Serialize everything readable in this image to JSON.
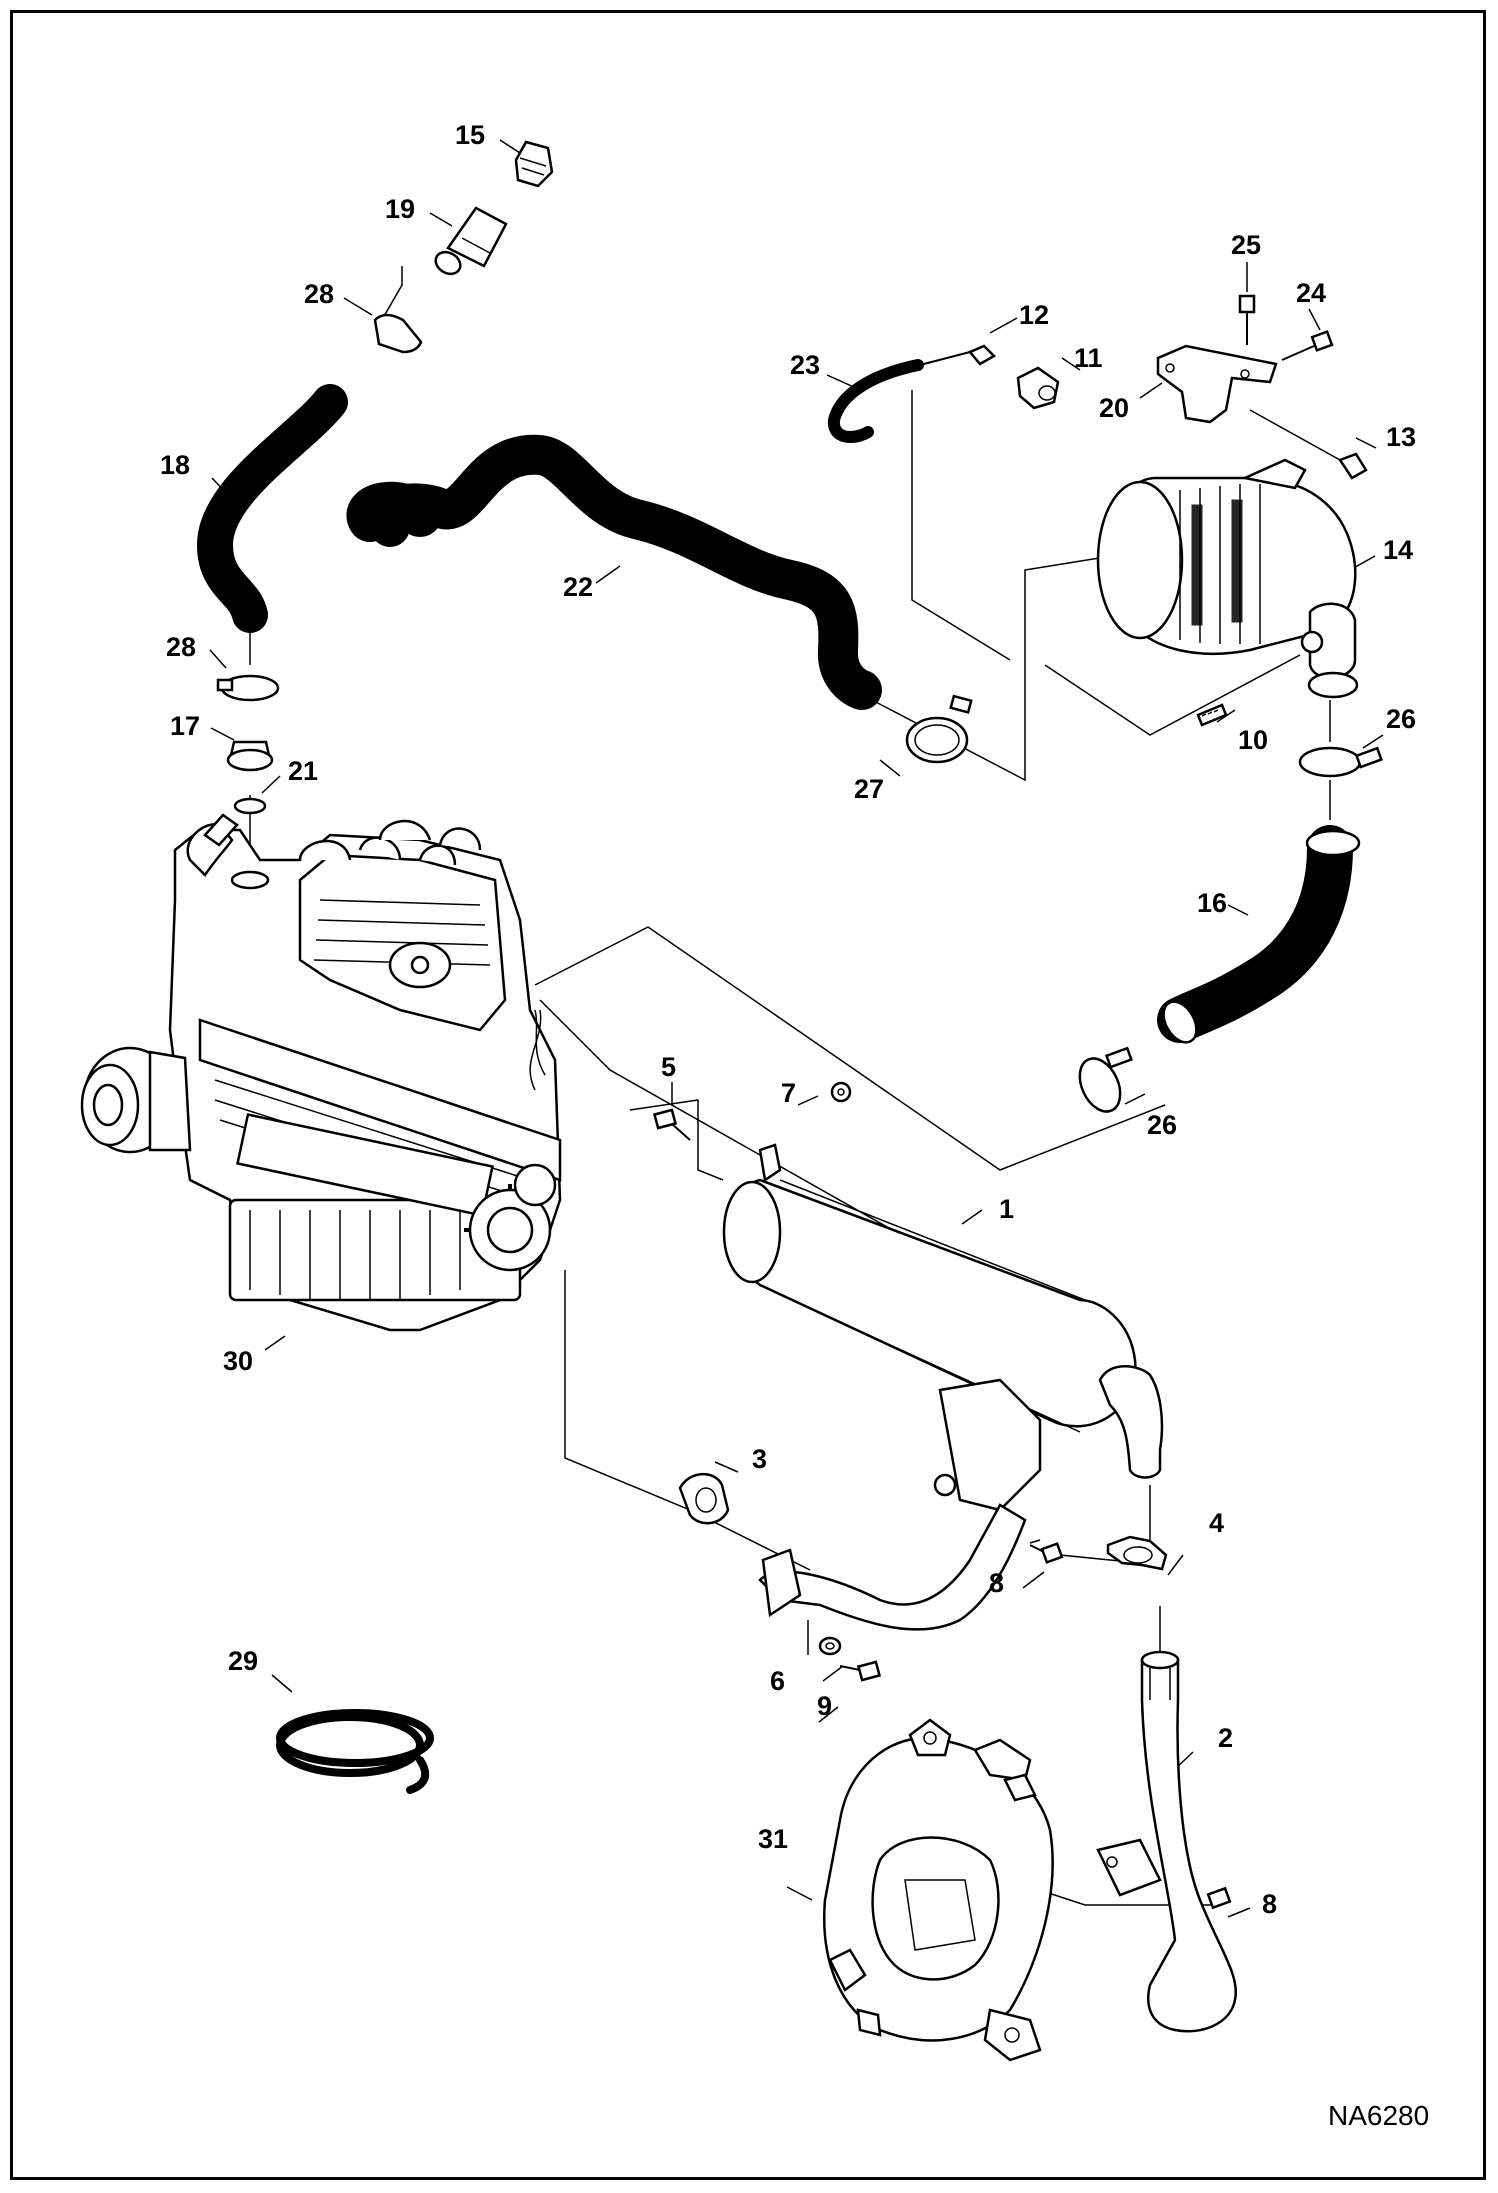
{
  "drawing_id": "NA6280",
  "callouts": [
    {
      "id": "c15",
      "label": "15"
    },
    {
      "id": "c19",
      "label": "19"
    },
    {
      "id": "c28a",
      "label": "28"
    },
    {
      "id": "c18",
      "label": "18"
    },
    {
      "id": "c28b",
      "label": "28"
    },
    {
      "id": "c17",
      "label": "17"
    },
    {
      "id": "c21",
      "label": "21"
    },
    {
      "id": "c22",
      "label": "22"
    },
    {
      "id": "c23",
      "label": "23"
    },
    {
      "id": "c12",
      "label": "12"
    },
    {
      "id": "c11",
      "label": "11"
    },
    {
      "id": "c25",
      "label": "25"
    },
    {
      "id": "c24",
      "label": "24"
    },
    {
      "id": "c20",
      "label": "20"
    },
    {
      "id": "c13",
      "label": "13"
    },
    {
      "id": "c14",
      "label": "14"
    },
    {
      "id": "c10",
      "label": "10"
    },
    {
      "id": "c26a",
      "label": "26"
    },
    {
      "id": "c27",
      "label": "27"
    },
    {
      "id": "c16",
      "label": "16"
    },
    {
      "id": "c26b",
      "label": "26"
    },
    {
      "id": "c5",
      "label": "5"
    },
    {
      "id": "c7",
      "label": "7"
    },
    {
      "id": "c1",
      "label": "1"
    },
    {
      "id": "c30",
      "label": "30"
    },
    {
      "id": "c3",
      "label": "3"
    },
    {
      "id": "c4",
      "label": "4"
    },
    {
      "id": "c8a",
      "label": "8"
    },
    {
      "id": "c6",
      "label": "6"
    },
    {
      "id": "c9",
      "label": "9"
    },
    {
      "id": "c29",
      "label": "29"
    },
    {
      "id": "c2",
      "label": "2"
    },
    {
      "id": "c31",
      "label": "31"
    },
    {
      "id": "c8b",
      "label": "8"
    }
  ]
}
